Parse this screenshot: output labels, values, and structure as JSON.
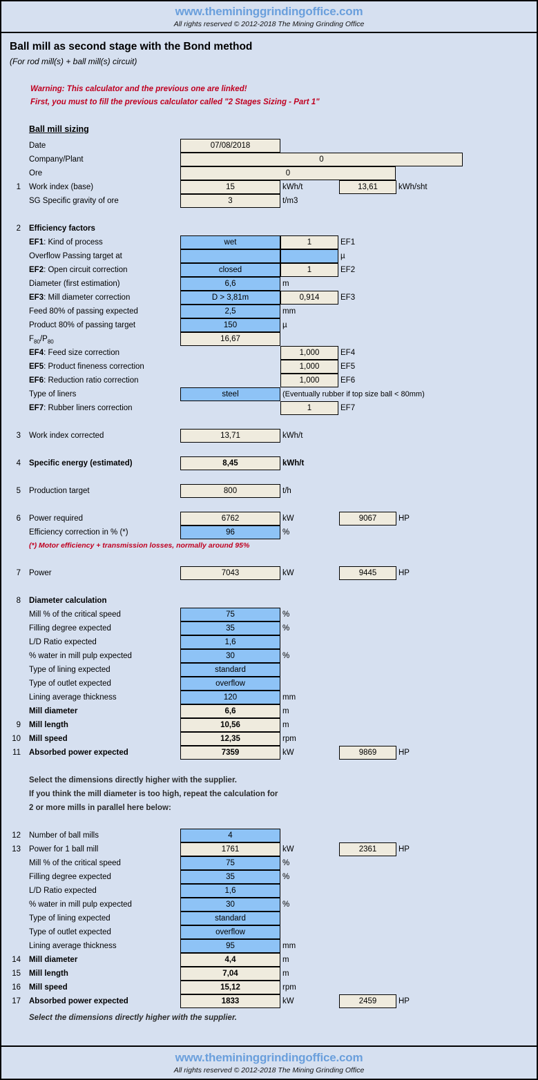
{
  "header": {
    "site": "www.themininggrindingoffice.com",
    "rights": "All rights reserved © 2012-2018 The Mining Grinding Office"
  },
  "footer": {
    "site": "www.themininggrindingoffice.com",
    "rights": "All rights reserved © 2012-2018 The Mining Grinding Office"
  },
  "title": "Ball mill as second stage with the Bond method",
  "subtitle": "(For rod mill(s) + ball mill(s) circuit)",
  "warning": {
    "line1": "Warning: This calculator and the previous one are linked!",
    "line2": "First, you must to fill the previous calculator called \"2 Stages Sizing - Part 1\""
  },
  "section_title": "Ball mill sizing",
  "colors": {
    "page_background": "#d6e0f0",
    "input_cell": "#8ec3f6",
    "output_cell": "#efebde",
    "link_blue": "#6a9fdc",
    "warning_red": "#c00020"
  },
  "rows": {
    "date": {
      "label": "Date",
      "value": "07/08/2018"
    },
    "company": {
      "label": "Company/Plant",
      "value": "0"
    },
    "ore": {
      "label": "Ore",
      "value": "0"
    },
    "work_index": {
      "num": "1",
      "label": "Work index (base)",
      "value": "15",
      "unit": "kWh/t",
      "value2": "13,61",
      "unit2": "kWh/sht"
    },
    "sg": {
      "label": "SG Specific gravity of ore",
      "value": "3",
      "unit": "t/m3"
    },
    "efficiency_factors": {
      "num": "2",
      "label": "Efficiency factors"
    },
    "ef1": {
      "label_b": "EF1",
      "label_r": ": Kind of process",
      "value": "wet",
      "value2": "1",
      "unit2": "EF1"
    },
    "overflow": {
      "label": "Overflow Passing target at",
      "value": "",
      "value2": "",
      "unit2": "µ"
    },
    "ef2": {
      "label_b": "EF2",
      "label_r": ": Open circuit correction",
      "value": "closed",
      "value2": "1",
      "unit2": "EF2"
    },
    "diameter_first": {
      "label": "Diameter (first estimation)",
      "value": "6,6",
      "unit": "m"
    },
    "ef3": {
      "label_b": "EF3",
      "label_r": ": Mill diameter correction",
      "value": "D > 3,81m",
      "value2": "0,914",
      "unit2": "EF3"
    },
    "feed80": {
      "label": "Feed 80% of passing expected",
      "value": "2,5",
      "unit": "mm"
    },
    "product80": {
      "label": "Product 80% of passing target",
      "value": "150",
      "unit": "µ"
    },
    "f80p80": {
      "value": "16,67"
    },
    "ef4": {
      "label_b": "EF4",
      "label_r": ": Feed size correction",
      "value2": "1,000",
      "unit2": "EF4"
    },
    "ef5": {
      "label_b": "EF5",
      "label_r": ": Product fineness correction",
      "value2": "1,000",
      "unit2": "EF5"
    },
    "ef6": {
      "label_b": "EF6",
      "label_r": ": Reduction ratio correction",
      "value2": "1,000",
      "unit2": "EF6"
    },
    "liners": {
      "label": "Type of liners",
      "value": "steel",
      "unit": "(Eventually rubber if top size ball < 80mm)"
    },
    "ef7": {
      "label_b": "EF7",
      "label_r": ": Rubber liners correction",
      "value2": "1",
      "unit2": "EF7"
    },
    "wi_corrected": {
      "num": "3",
      "label": "Work index corrected",
      "value": "13,71",
      "unit": "kWh/t"
    },
    "specific_energy": {
      "num": "4",
      "label": "Specific energy (estimated)",
      "value": "8,45",
      "unit": "kWh/t"
    },
    "production_target": {
      "num": "5",
      "label": "Production target",
      "value": "800",
      "unit": "t/h"
    },
    "power_required": {
      "num": "6",
      "label": "Power required",
      "value": "6762",
      "unit": "kW",
      "value2": "9067",
      "unit2": "HP"
    },
    "efficiency_correction": {
      "label": "Efficiency correction in % (*)",
      "value": "96",
      "unit": "%"
    },
    "motor_note": "(*) Motor efficiency + transmission losses, normally around 95%",
    "power": {
      "num": "7",
      "label": "Power",
      "value": "7043",
      "unit": "kW",
      "value2": "9445",
      "unit2": "HP"
    },
    "diameter_calculation": {
      "num": "8",
      "label": "Diameter calculation"
    },
    "critical_speed": {
      "label": "Mill % of the critical speed",
      "value": "75",
      "unit": "%"
    },
    "filling_degree": {
      "label": "Filling degree expected",
      "value": "35",
      "unit": "%"
    },
    "ld_ratio": {
      "label": "L/D Ratio expected",
      "value": "1,6",
      "unit": ""
    },
    "water_pulp": {
      "label": "% water in mill pulp expected",
      "value": "30",
      "unit": "%"
    },
    "lining_type": {
      "label": "Type of lining expected",
      "value": "standard",
      "unit": ""
    },
    "outlet_type": {
      "label": "Type of outlet expected",
      "value": "overflow",
      "unit": ""
    },
    "lining_thickness": {
      "label": "Lining average thickness",
      "value": "120",
      "unit": "mm"
    },
    "mill_diameter": {
      "label": "Mill diameter",
      "value": "6,6",
      "unit": "m"
    },
    "mill_length": {
      "num": "9",
      "label": "Mill length",
      "value": "10,56",
      "unit": "m"
    },
    "mill_speed": {
      "num": "10",
      "label": "Mill speed",
      "value": "12,35",
      "unit": "rpm"
    },
    "absorbed_power": {
      "num": "11",
      "label": "Absorbed power expected",
      "value": "7359",
      "unit": "kW",
      "value2": "9869",
      "unit2": "HP"
    },
    "advice1": "Select the dimensions directly higher with the supplier.",
    "advice2": "If you think the mill diameter is too high, repeat the calculation for",
    "advice3": "2 or more mills in parallel here below:",
    "num_mills": {
      "num": "12",
      "label": "Number of ball mills",
      "value": "4",
      "unit": ""
    },
    "power_1mill": {
      "num": "13",
      "label": "Power for 1 ball mill",
      "value": "1761",
      "unit": "kW",
      "value2": "2361",
      "unit2": "HP"
    },
    "critical_speed2": {
      "label": "Mill % of the critical speed",
      "value": "75",
      "unit": "%"
    },
    "filling_degree2": {
      "label": "Filling degree expected",
      "value": "35",
      "unit": "%"
    },
    "ld_ratio2": {
      "label": "L/D Ratio expected",
      "value": "1,6",
      "unit": ""
    },
    "water_pulp2": {
      "label": "% water in mill pulp expected",
      "value": "30",
      "unit": "%"
    },
    "lining_type2": {
      "label": "Type of lining expected",
      "value": "standard",
      "unit": ""
    },
    "outlet_type2": {
      "label": "Type of outlet expected",
      "value": "overflow",
      "unit": ""
    },
    "lining_thickness2": {
      "label": "Lining average thickness",
      "value": "95",
      "unit": "mm"
    },
    "mill_diameter2": {
      "num": "14",
      "label": "Mill diameter",
      "value": "4,4",
      "unit": "m"
    },
    "mill_length2": {
      "num": "15",
      "label": "Mill length",
      "value": "7,04",
      "unit": "m"
    },
    "mill_speed2": {
      "num": "16",
      "label": "Mill speed",
      "value": "15,12",
      "unit": "rpm"
    },
    "absorbed_power2": {
      "num": "17",
      "label": "Absorbed power expected",
      "value": "1833",
      "unit": "kW",
      "value2": "2459",
      "unit2": "HP"
    },
    "advice4": "Select the dimensions directly higher with the supplier."
  }
}
